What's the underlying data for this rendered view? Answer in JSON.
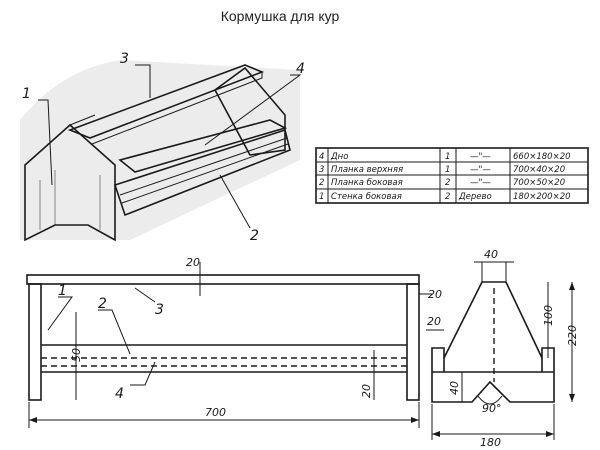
{
  "title": "Кормушка для кур",
  "callouts": [
    "1",
    "2",
    "3",
    "4"
  ],
  "parts": [
    {
      "no": "4",
      "name": "Дно",
      "qty": "1",
      "material": "—\"—",
      "size": "660×180×20"
    },
    {
      "no": "3",
      "name": "Планка верхняя",
      "qty": "1",
      "material": "—\"—",
      "size": "700×40×20"
    },
    {
      "no": "2",
      "name": "Планка боковая",
      "qty": "2",
      "material": "—\"—",
      "size": "700×50×20"
    },
    {
      "no": "1",
      "name": "Стенка боковая",
      "qty": "2",
      "material": "Дерево",
      "size": "180×200×20"
    }
  ],
  "dimensions": {
    "length": "700",
    "top_thickness": "20",
    "side_gap": "20",
    "slat_height": "50",
    "bottom_gap": "20",
    "top_width": "40",
    "inner_height": "100",
    "total_height": "220",
    "left_step": "20",
    "foot_height": "40",
    "angle": "90°",
    "total_width": "180"
  }
}
